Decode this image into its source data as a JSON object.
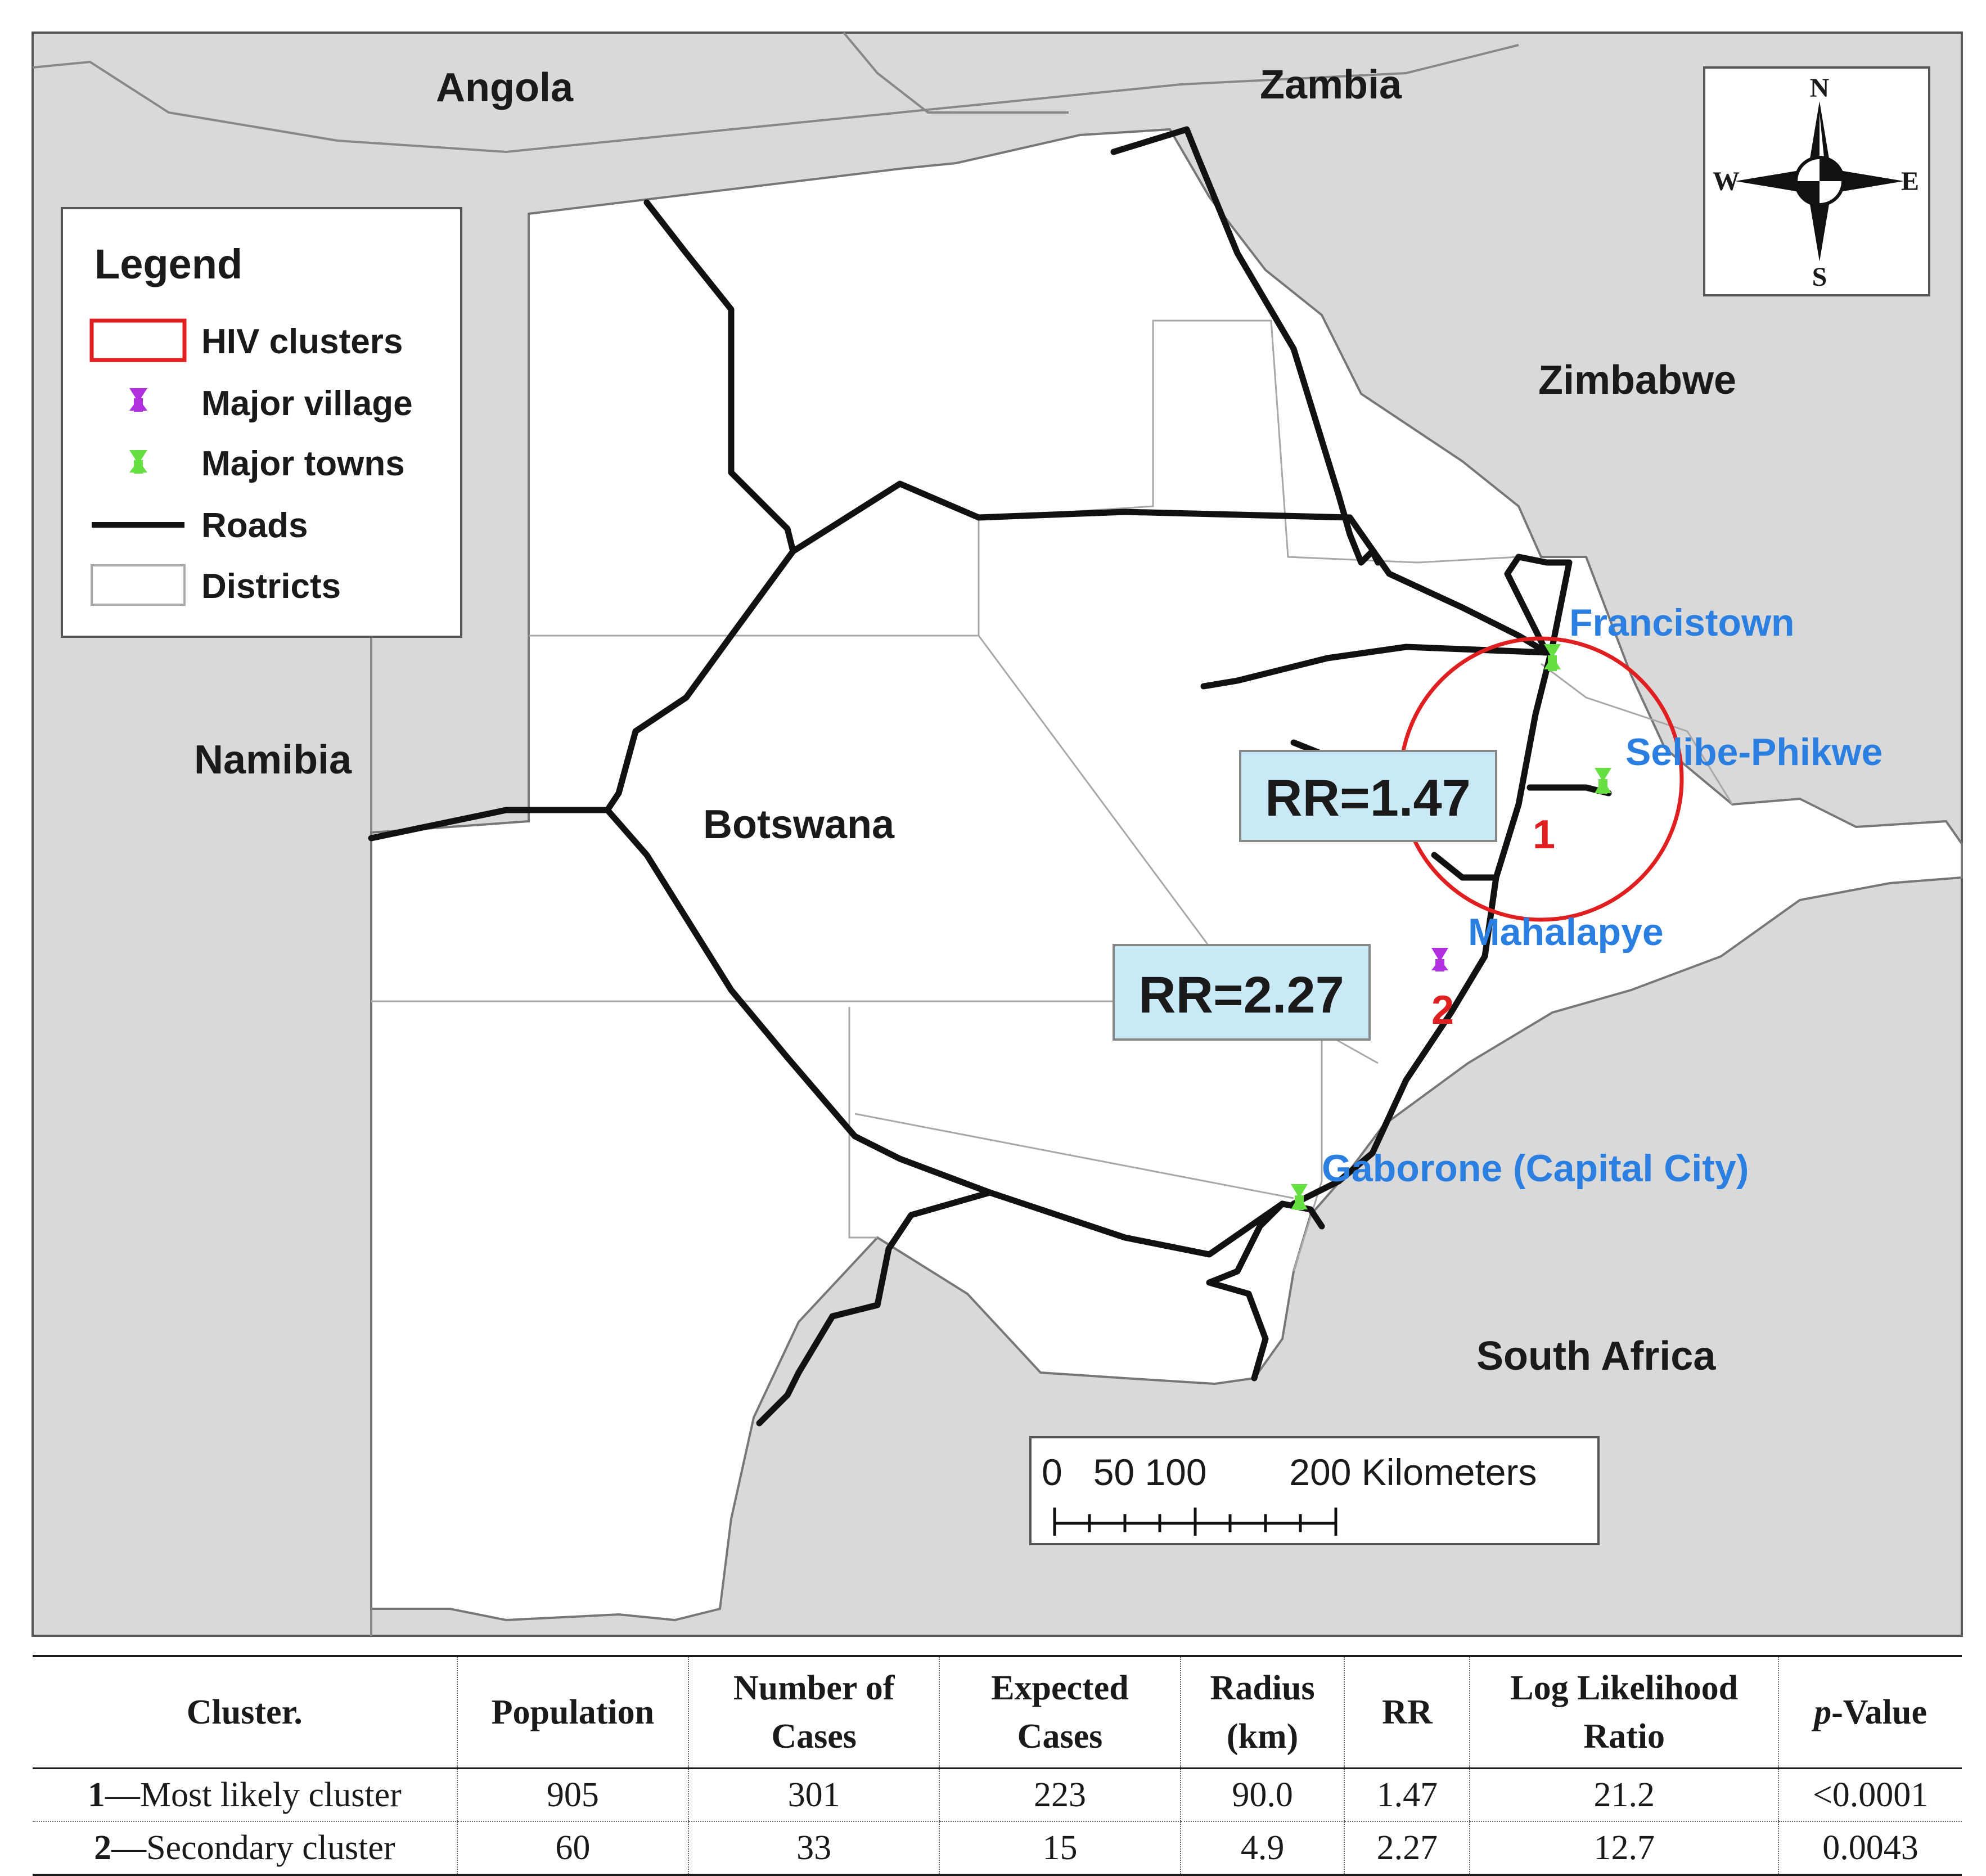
{
  "countries": {
    "angola": "Angola",
    "zambia": "Zambia",
    "zimbabwe": "Zimbabwe",
    "namibia": "Namibia",
    "botswana": "Botswana",
    "south_africa": "South Africa"
  },
  "towns": {
    "francistown": "Francistown",
    "selibe_phikwe": "Selibe-Phikwe",
    "mahalapye": "Mahalapye",
    "gaborone": "Gaborone (Capital City)"
  },
  "clusters": {
    "one": {
      "number": "1",
      "rr_label": "RR=1.47"
    },
    "two": {
      "number": "2",
      "rr_label": "RR=2.27"
    }
  },
  "legend": {
    "title": "Legend",
    "items": {
      "hiv_clusters": "HIV clusters",
      "major_village": "Major village",
      "major_towns": "Major towns",
      "roads": "Roads",
      "districts": "Districts"
    }
  },
  "compass": {
    "north": "N",
    "south": "S",
    "east": "E",
    "west": "W"
  },
  "scale_bar": {
    "ticks": "0   50 100        200 Kilometers"
  },
  "colors": {
    "land_outside": "#d9d9d9",
    "botswana": "#ffffff",
    "cluster_circle": "#e02020",
    "town_pin": "#66e040",
    "village_pin": "#b030e0",
    "town_label": "#2a7fe0",
    "rr_box": "#c9e9f7"
  },
  "table": {
    "headers": {
      "cluster": "Cluster.",
      "population": "Population",
      "cases_1": "Number of",
      "cases_2": "Cases",
      "expected_1": "Expected",
      "expected_2": "Cases",
      "radius_1": "Radius",
      "radius_2": "(km)",
      "rr": "RR",
      "llr_1": "Log Likelihood",
      "llr_2": "Ratio",
      "p_italic": "p",
      "p_rest": "-Value"
    },
    "rows": [
      {
        "num": "1",
        "label": "—Most likely cluster",
        "population": "905",
        "cases": "301",
        "expected": "223",
        "radius": "90.0",
        "rr": "1.47",
        "llr": "21.2",
        "p": "<0.0001"
      },
      {
        "num": "2",
        "label": "—Secondary cluster",
        "population": "60",
        "cases": "33",
        "expected": "15",
        "radius": "4.9",
        "rr": "2.27",
        "llr": "12.7",
        "p": "0.0043"
      }
    ]
  }
}
